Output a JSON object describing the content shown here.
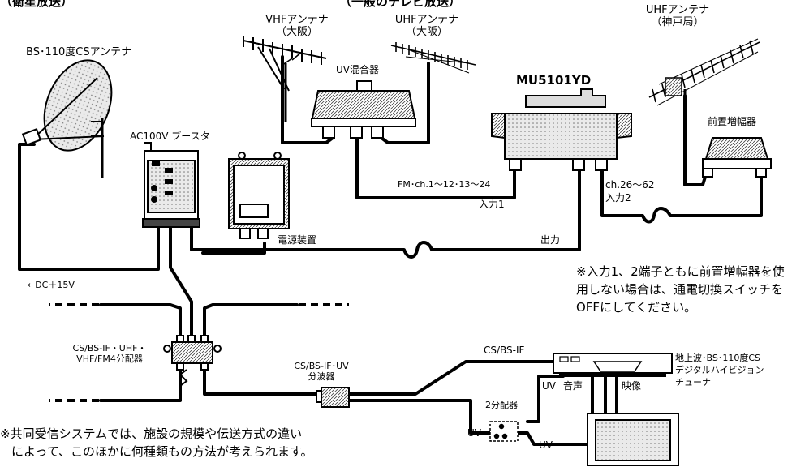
{
  "headings": {
    "left": "（衛星放送）",
    "right": "（一般のテレビ放送）"
  },
  "antennas": {
    "bs_cs": "BS･110度CSアンテナ",
    "vhf_osaka": {
      "name": "VHFアンテナ",
      "place": "（大阪）"
    },
    "uhf_osaka": {
      "name": "UHFアンテナ",
      "place": "（大阪）"
    },
    "uhf_kobe": {
      "name": "UHFアンテナ",
      "place": "（神戸局）"
    }
  },
  "devices": {
    "uv_mixer": "UV混合器",
    "model": "MU5101YD",
    "preamp": "前置増幅器",
    "booster": "AC100V ブースタ",
    "power_supply": "電源装置",
    "splitter4": {
      "line1": "CS/BS-IF・UHF・",
      "line2": "VHF/FM4分配器"
    },
    "separator": {
      "line1": "CS/BS-IF･UV",
      "line2": "分波器"
    },
    "splitter2": "2分配器",
    "tuner": {
      "line1": "地上波･BS･110度CS",
      "line2": "デジタルハイビジョン",
      "line3": "チューナ"
    }
  },
  "signals": {
    "fm_channels": "FM･ch.1〜12･13〜24",
    "input1": "入力1",
    "uhf_channels": "ch.26〜62",
    "input2": "入力2",
    "output": "出力",
    "dc": "←DC＋15V",
    "cs_bs_if": "CS/BS-IF",
    "uv_tuner": "UV",
    "audio": "音声",
    "video": "映像",
    "uv_left": "UV",
    "uv_tv": "UV"
  },
  "notes": {
    "inputs_note": "※入力1、2端子ともに前置増幅器を使用しない場合は、通電切換スイッチをOFFにしてください。",
    "footer_line1": "※共同受信システムでは、施設の規模や伝送方式の違い",
    "footer_line2": "によって、このほかに何種類もの方法が考えられます。"
  }
}
